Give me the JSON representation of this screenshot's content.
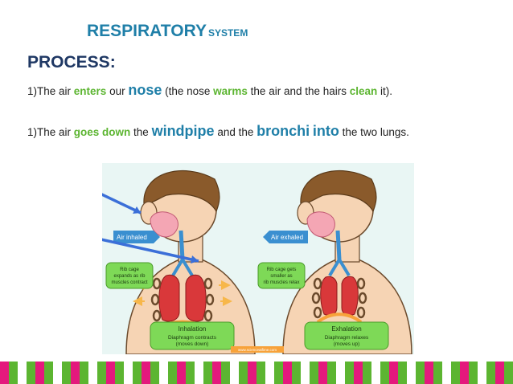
{
  "title": {
    "main": "RESPIRATORY",
    "sub": "SYSTEM"
  },
  "process_heading": "PROCESS:",
  "line1": {
    "num": "1)The air ",
    "w1": "enters",
    "t1": " our ",
    "w2": "nose",
    "t2": " (the nose ",
    "w3": "warms",
    "t3": " the air and the hairs ",
    "w4": "clean",
    "t4": " it)."
  },
  "line2": {
    "num": "1)The air ",
    "w1": "goes down",
    "t1": " the ",
    "w2": "windpipe",
    "t2": " and the ",
    "w3": "bronchi",
    "t3": " ",
    "w4": "into",
    "t4": " the two lungs."
  },
  "illustration": {
    "left_tag": "Air inhaled",
    "right_tag": "Air exhaled",
    "left_note": [
      "Rib cage",
      "expands as rib",
      "muscles contract"
    ],
    "right_note": [
      "Rib cage gets",
      "smaller as",
      "rib muscles relax"
    ],
    "left_box": [
      "Inhalation",
      "Diaphragm contracts",
      "(moves down)"
    ],
    "right_box": [
      "Exhalation",
      "Diaphragm relaxes",
      "(moves up)"
    ],
    "credit": "www.scienceatfime.com"
  },
  "colors": {
    "title": "#1f7fa8",
    "heading": "#1f3864",
    "accent_green": "#5cb531",
    "stripe_pink": "#e4197d",
    "stripe_green": "#5cb531"
  }
}
